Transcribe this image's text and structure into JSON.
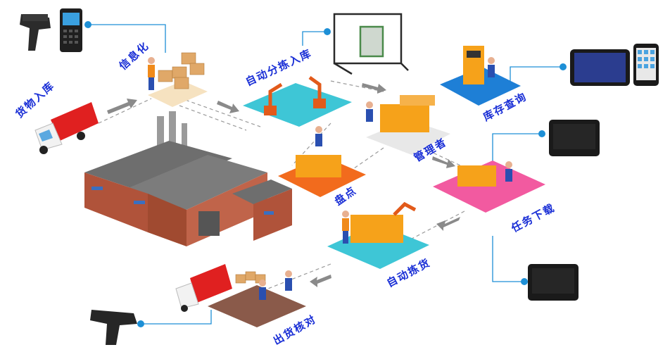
{
  "stages": {
    "goods_inbound": "货物入库",
    "informatization": "信息化",
    "auto_sort_inbound": "自动分拣入库",
    "inventory_query": "库存查询",
    "manager": "管理者",
    "stocktake": "盘点",
    "task_download": "任务下载",
    "auto_picking": "自动拣货",
    "outbound_check": "出货核对"
  },
  "colors": {
    "label": "#1a2fd6",
    "connector_line": "#1d8fd6",
    "arrow": "#8a8a8a",
    "platform_teal": "#3ec6d6",
    "platform_orange": "#f26b1d",
    "platform_pink": "#f25aa0",
    "platform_blue": "#1e7fd6",
    "platform_brown": "#8a5a4a",
    "machine_orange": "#f6a21a",
    "warehouse_wall": "#b0533a",
    "warehouse_roof": "#6e6e6e"
  },
  "icons": [
    "handheld-scanner-icon",
    "pda-icon",
    "tablet-icon",
    "phone-icon",
    "terminal-icon",
    "pistol-scanner-icon",
    "truck-icon",
    "warehouse-icon",
    "robot-arm-icon",
    "wrapping-machine-icon",
    "worker-icon"
  ]
}
